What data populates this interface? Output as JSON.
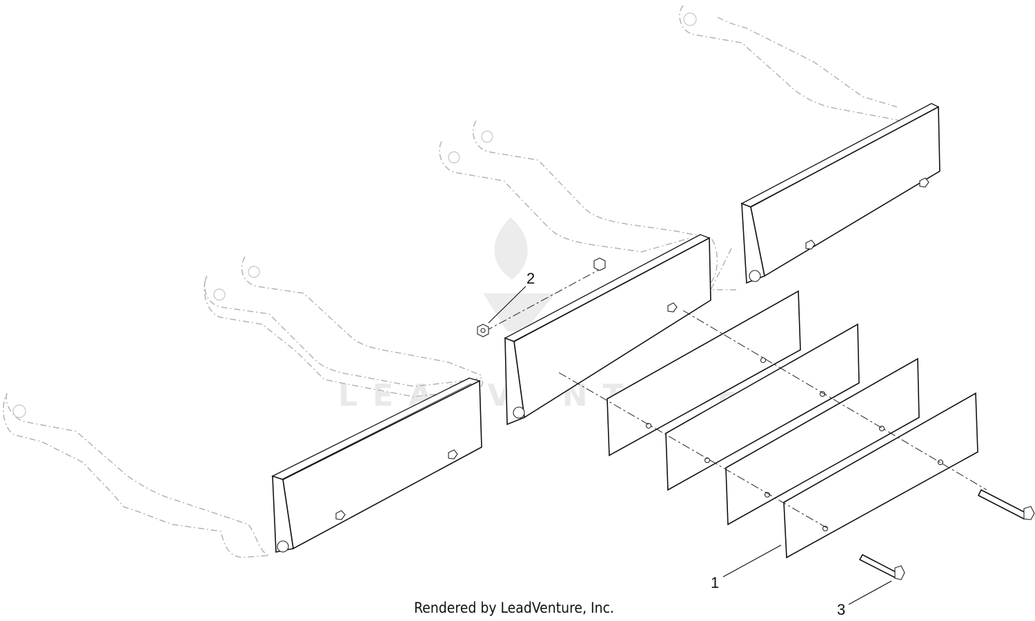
{
  "callouts": [
    {
      "label": "1"
    },
    {
      "label": "2"
    },
    {
      "label": "3"
    }
  ],
  "credit": "Rendered by LeadVenture, Inc.",
  "watermark": "LEADVENTURE",
  "colors": {
    "linework": "#111111",
    "phantom": "#b3b3b3",
    "watermark": "#e9e9e9"
  }
}
